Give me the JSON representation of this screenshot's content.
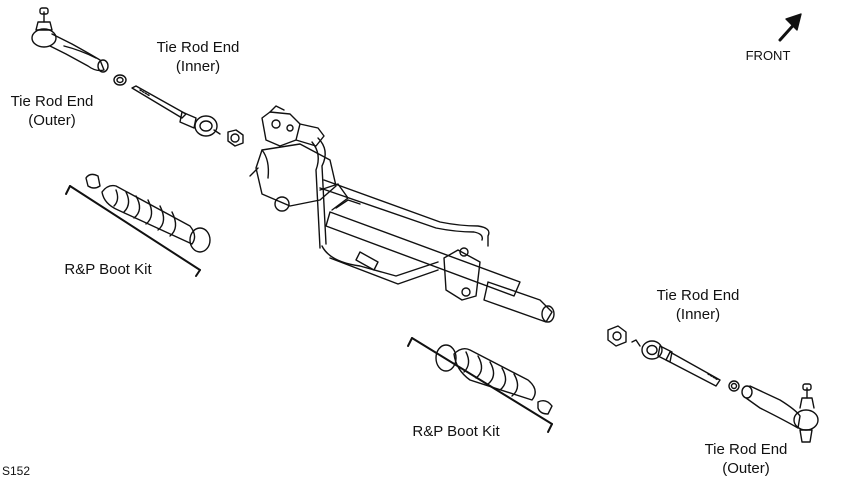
{
  "labels": {
    "tie_rod_end_outer_left": {
      "line1": "Tie Rod End",
      "line2": "(Outer)"
    },
    "tie_rod_end_inner_left": {
      "line1": "Tie Rod End",
      "line2": "(Inner)"
    },
    "boot_kit_left": "R&P Boot Kit",
    "tie_rod_end_inner_right": {
      "line1": "Tie Rod End",
      "line2": "(Inner)"
    },
    "boot_kit_right": "R&P Boot Kit",
    "tie_rod_end_outer_right": {
      "line1": "Tie Rod End",
      "line2": "(Outer)"
    },
    "front": "FRONT",
    "figure_code": "S152"
  },
  "icons": {
    "front_arrow": "arrow-up-right-icon"
  }
}
